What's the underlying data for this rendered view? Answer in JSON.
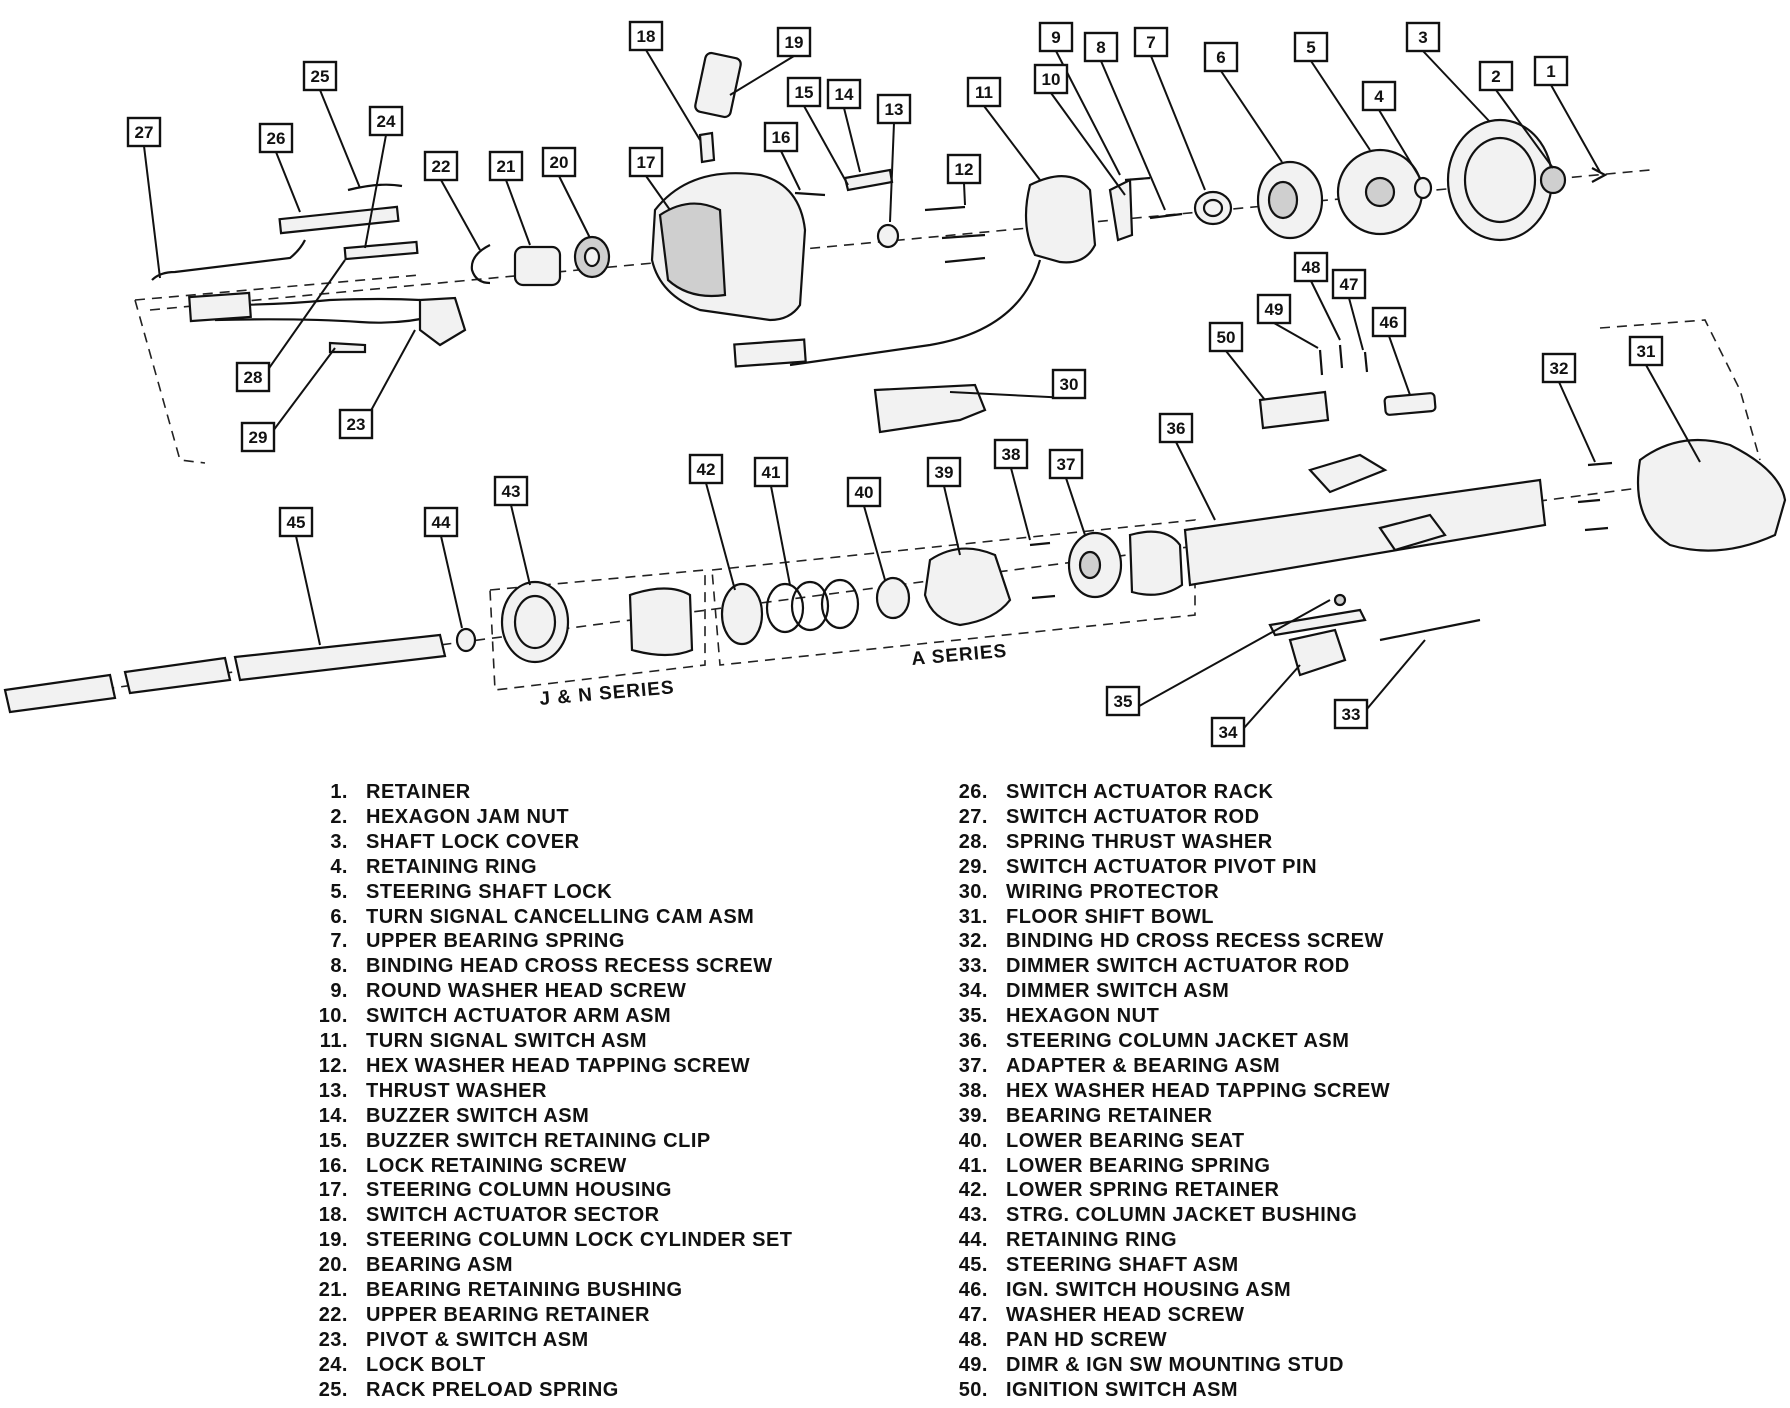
{
  "diagram": {
    "series_labels": {
      "jn": "J & N SERIES",
      "a": "A SERIES"
    },
    "callouts": [
      "1",
      "2",
      "3",
      "4",
      "5",
      "6",
      "7",
      "8",
      "9",
      "10",
      "11",
      "12",
      "13",
      "14",
      "15",
      "16",
      "17",
      "18",
      "19",
      "20",
      "21",
      "22",
      "23",
      "24",
      "25",
      "26",
      "27",
      "28",
      "29",
      "30",
      "31",
      "32",
      "33",
      "34",
      "35",
      "36",
      "37",
      "38",
      "39",
      "40",
      "41",
      "42",
      "43",
      "44",
      "45",
      "46",
      "47",
      "48",
      "49",
      "50"
    ]
  },
  "legend": {
    "left": [
      {
        "num": "1.",
        "name": "RETAINER"
      },
      {
        "num": "2.",
        "name": "HEXAGON JAM NUT"
      },
      {
        "num": "3.",
        "name": "SHAFT LOCK COVER"
      },
      {
        "num": "4.",
        "name": "RETAINING RING"
      },
      {
        "num": "5.",
        "name": "STEERING SHAFT LOCK"
      },
      {
        "num": "6.",
        "name": "TURN SIGNAL CANCELLING CAM ASM"
      },
      {
        "num": "7.",
        "name": "UPPER BEARING SPRING"
      },
      {
        "num": "8.",
        "name": "BINDING HEAD CROSS RECESS SCREW"
      },
      {
        "num": "9.",
        "name": "ROUND WASHER HEAD SCREW"
      },
      {
        "num": "10.",
        "name": "SWITCH ACTUATOR ARM ASM"
      },
      {
        "num": "11.",
        "name": "TURN SIGNAL SWITCH ASM"
      },
      {
        "num": "12.",
        "name": "HEX WASHER HEAD TAPPING SCREW"
      },
      {
        "num": "13.",
        "name": "THRUST WASHER"
      },
      {
        "num": "14.",
        "name": "BUZZER SWITCH ASM"
      },
      {
        "num": "15.",
        "name": "BUZZER SWITCH RETAINING CLIP"
      },
      {
        "num": "16.",
        "name": "LOCK RETAINING SCREW"
      },
      {
        "num": "17.",
        "name": "STEERING COLUMN HOUSING"
      },
      {
        "num": "18.",
        "name": "SWITCH ACTUATOR SECTOR"
      },
      {
        "num": "19.",
        "name": "STEERING COLUMN LOCK CYLINDER SET"
      },
      {
        "num": "20.",
        "name": "BEARING ASM"
      },
      {
        "num": "21.",
        "name": "BEARING RETAINING BUSHING"
      },
      {
        "num": "22.",
        "name": "UPPER BEARING RETAINER"
      },
      {
        "num": "23.",
        "name": "PIVOT & SWITCH ASM"
      },
      {
        "num": "24.",
        "name": "LOCK BOLT"
      },
      {
        "num": "25.",
        "name": "RACK PRELOAD SPRING"
      }
    ],
    "right": [
      {
        "num": "26.",
        "name": "SWITCH ACTUATOR RACK"
      },
      {
        "num": "27.",
        "name": "SWITCH ACTUATOR ROD"
      },
      {
        "num": "28.",
        "name": "SPRING THRUST WASHER"
      },
      {
        "num": "29.",
        "name": "SWITCH ACTUATOR PIVOT PIN"
      },
      {
        "num": "30.",
        "name": "WIRING PROTECTOR"
      },
      {
        "num": "31.",
        "name": "FLOOR SHIFT BOWL"
      },
      {
        "num": "32.",
        "name": "BINDING HD CROSS RECESS SCREW"
      },
      {
        "num": "33.",
        "name": "DIMMER SWITCH ACTUATOR ROD"
      },
      {
        "num": "34.",
        "name": "DIMMER SWITCH ASM"
      },
      {
        "num": "35.",
        "name": "HEXAGON NUT"
      },
      {
        "num": "36.",
        "name": "STEERING COLUMN JACKET ASM"
      },
      {
        "num": "37.",
        "name": "ADAPTER & BEARING ASM"
      },
      {
        "num": "38.",
        "name": "HEX WASHER HEAD TAPPING SCREW"
      },
      {
        "num": "39.",
        "name": "BEARING RETAINER"
      },
      {
        "num": "40.",
        "name": "LOWER BEARING SEAT"
      },
      {
        "num": "41.",
        "name": "LOWER BEARING SPRING"
      },
      {
        "num": "42.",
        "name": "LOWER SPRING RETAINER"
      },
      {
        "num": "43.",
        "name": "STRG. COLUMN JACKET BUSHING"
      },
      {
        "num": "44.",
        "name": "RETAINING RING"
      },
      {
        "num": "45.",
        "name": "STEERING SHAFT ASM"
      },
      {
        "num": "46.",
        "name": "IGN. SWITCH HOUSING ASM"
      },
      {
        "num": "47.",
        "name": "WASHER HEAD SCREW"
      },
      {
        "num": "48.",
        "name": "PAN HD SCREW"
      },
      {
        "num": "49.",
        "name": "DIMR & IGN SW MOUNTING STUD"
      },
      {
        "num": "50.",
        "name": "IGNITION SWITCH ASM"
      }
    ]
  }
}
